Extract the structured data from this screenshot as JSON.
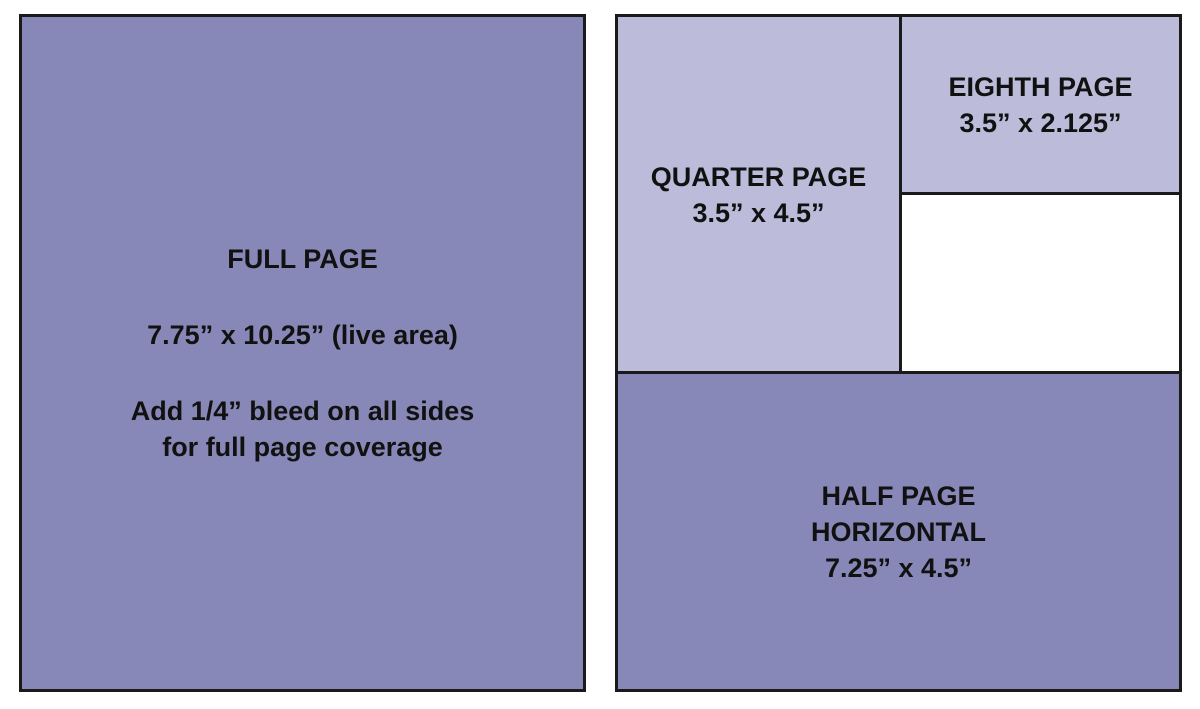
{
  "colors": {
    "dark_purple": "#8888b8",
    "light_purple": "#bcbcda",
    "white": "#ffffff",
    "border": "#1a1a1a"
  },
  "full_page": {
    "title": "FULL PAGE",
    "size": "7.75” x 10.25” (live area)",
    "note_line1": "Add 1/4” bleed on all sides",
    "note_line2": "for full page coverage"
  },
  "quarter_page": {
    "title": "QUARTER PAGE",
    "size": "3.5” x 4.5”"
  },
  "eighth_page": {
    "title": "EIGHTH PAGE",
    "size": "3.5” x 2.125”"
  },
  "half_page": {
    "title_line1": "HALF PAGE",
    "title_line2": "HORIZONTAL",
    "size": "7.25” x 4.5”"
  }
}
